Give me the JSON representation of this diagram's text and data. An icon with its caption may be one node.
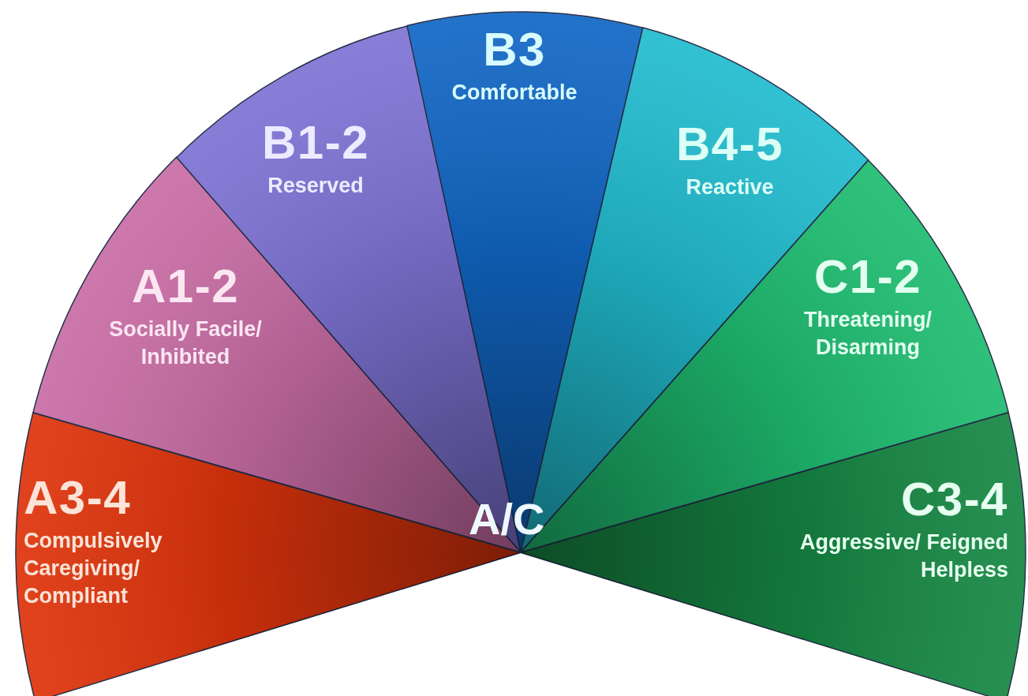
{
  "diagram": {
    "nodes": [
      {
        "text": [
          "A3-4",
          "Compulsively Caregiving/ Compliant"
        ]
      },
      {
        "text": [
          "A1-2",
          "Socially Facile/ Inhibited"
        ]
      },
      {
        "text": [
          "B1-2",
          "Reserved"
        ]
      },
      {
        "text": [
          "B3",
          "Comfortable"
        ]
      },
      {
        "text": [
          "B4-5",
          "Reactive"
        ]
      },
      {
        "text": [
          "C1-2",
          "Threatening/ Disarming"
        ]
      },
      {
        "text": [
          "C3-4",
          "Aggressive/ Feigned Helpless"
        ]
      }
    ],
    "labels": [
      "A/C"
    ]
  }
}
